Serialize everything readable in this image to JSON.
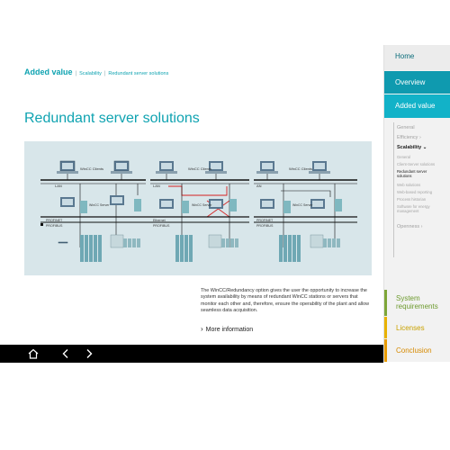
{
  "breadcrumb": {
    "section": "Added value",
    "items": [
      "Scalability",
      "Redundant server solutions"
    ]
  },
  "page": {
    "title": "Redundant server solutions",
    "description": "The WinCC/Redundancy option gives the user the opportunity to increase the system availability by means of redundant WinCC stations or servers that monitor each other and, therefore, ensure the operability of the plant and allow seamless data acquisition.",
    "more_link": "More information"
  },
  "diagram": {
    "networks": [
      {
        "clients_label": "WinCC Clients",
        "bus_top": "LAN",
        "server_label": "WinCC Server",
        "bus_a": "PROFINET",
        "bus_b": "PROFIBUS"
      },
      {
        "clients_label": "WinCC Clients",
        "bus_top": "LAN",
        "server_label": "WinCC Server",
        "bus_a": "Ethernet",
        "bus_b": "PROFIBUS"
      },
      {
        "clients_label": "WinCC Clients",
        "bus_top": "AN",
        "server_label": "WinCC Server",
        "bus_a": "PROFINET",
        "bus_b": "PROFIBUS"
      }
    ]
  },
  "sidebar": {
    "home": "Home",
    "overview": "Overview",
    "added_value": "Added value",
    "sub": {
      "general": "General",
      "efficiency": "Efficiency",
      "scalability": "Scalability",
      "scal_general": "General",
      "client_server": "Client-Server solutions",
      "redundant": "Redundant server solutions",
      "web": "Web solutions",
      "web_reporting": "Web-based reporting",
      "process": "Process historian",
      "energy": "Software for energy management",
      "openness": "Openness"
    },
    "system_requirements": "System requirements",
    "licenses": "Licenses",
    "conclusion": "Conclusion"
  },
  "colors": {
    "teal": "#0fa3b1",
    "green": "#7ea638",
    "yellow": "#e8b200",
    "orange": "#e89b00"
  },
  "icons": [
    "home-icon",
    "back-arrow-icon",
    "forward-arrow-icon",
    "chevron-right-icon"
  ]
}
